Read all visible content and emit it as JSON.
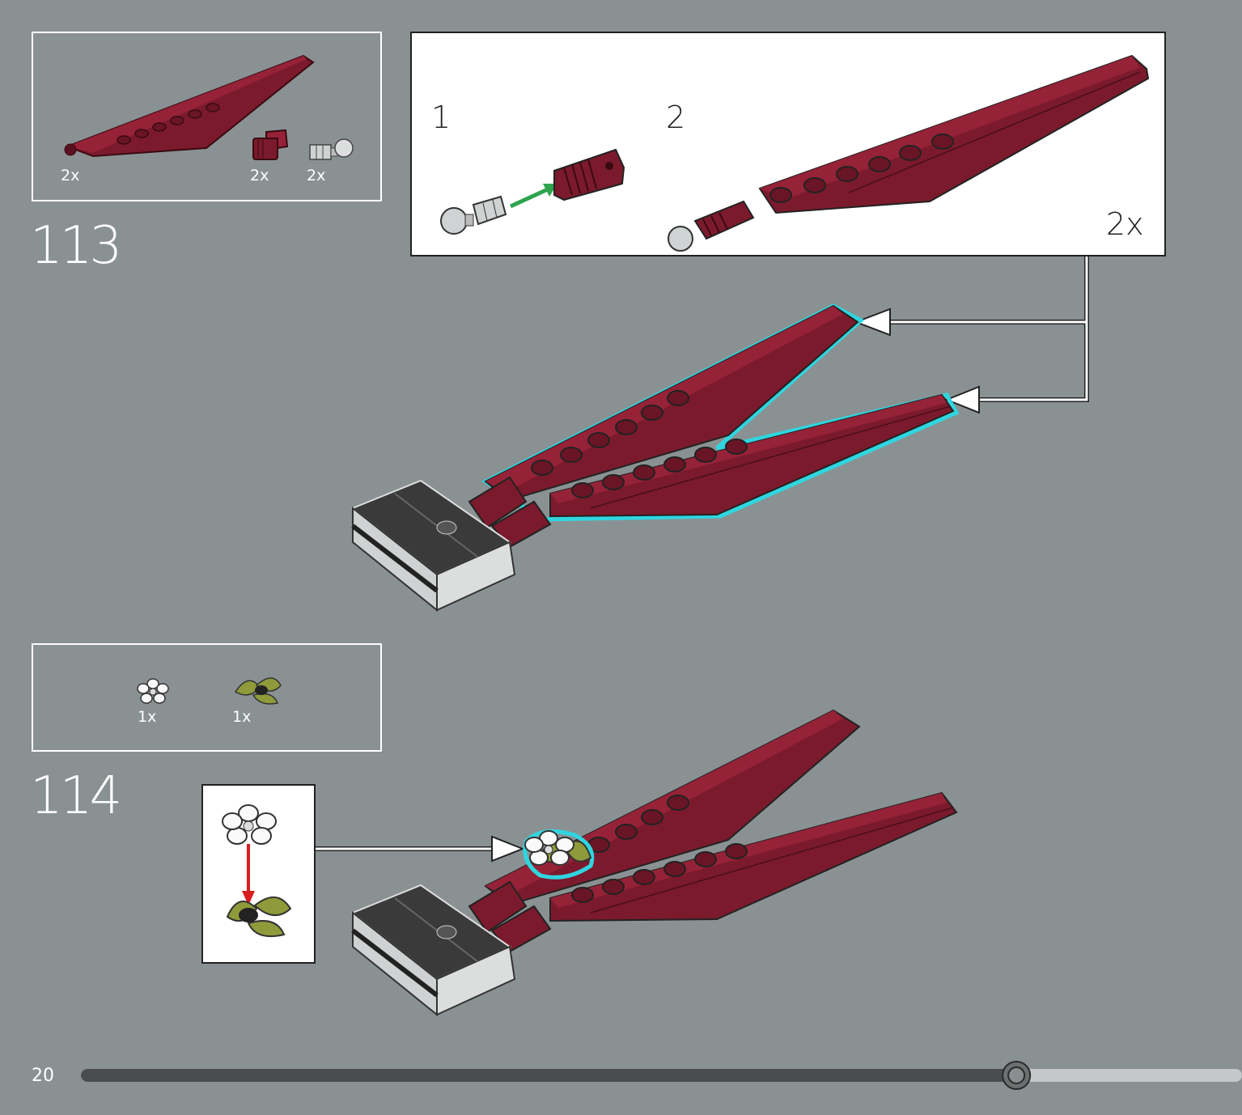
{
  "step113": {
    "number": "113",
    "parts": [
      {
        "name": "wedge-plate",
        "count": "2x"
      },
      {
        "name": "connector",
        "count": "2x"
      },
      {
        "name": "ball-joint",
        "count": "2x"
      }
    ],
    "substeps": {
      "first": "1",
      "second": "2",
      "multiplier": "2x"
    }
  },
  "step114": {
    "number": "114",
    "parts": [
      {
        "name": "white-flower",
        "count": "1x"
      },
      {
        "name": "olive-leaves",
        "count": "1x"
      }
    ]
  },
  "footer": {
    "page_number": "20",
    "progress": 0.81
  },
  "colors": {
    "background": "#8a9192",
    "dark_red": "#7b1a2c",
    "highlight": "#2fd6e0",
    "olive": "#8f9a3a",
    "arrow_green": "#2ea44f",
    "arrow_red": "#d81e1e"
  }
}
